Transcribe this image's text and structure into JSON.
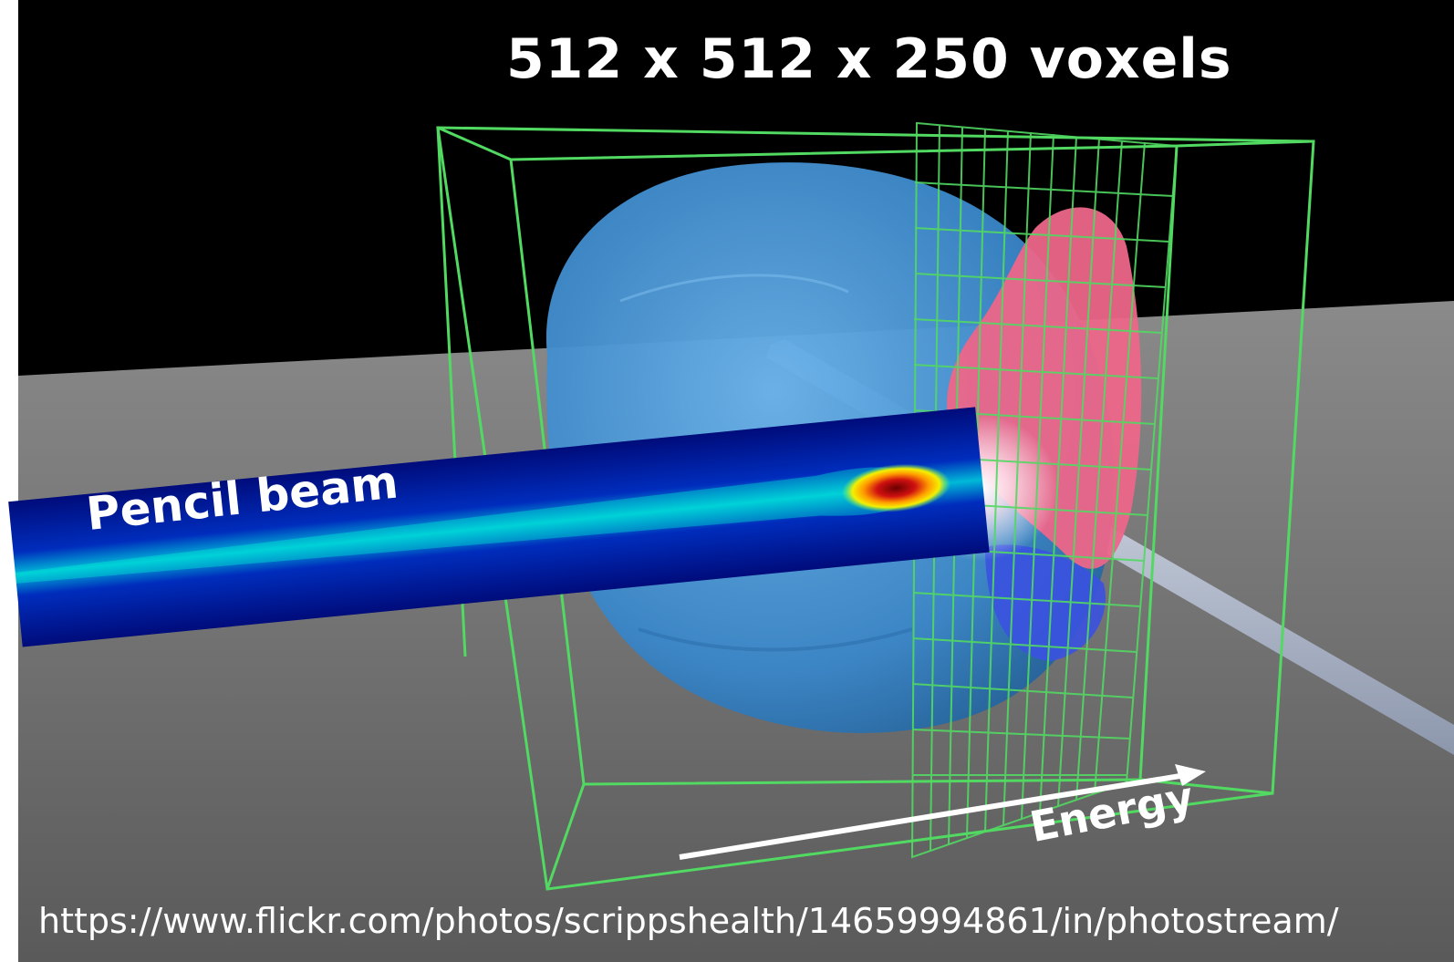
{
  "title": "512 x 512 x 250 voxels",
  "pencil_label": "Pencil beam",
  "energy_label": "Energy",
  "source_url": "https://www.flickr.com/photos/scrippshealth/14659994861/in/photostream/",
  "colors": {
    "background_top": "#000000",
    "floor": "#6f6f6f",
    "head": "#3f8fd0",
    "tumor": "#f06a8a",
    "grid": "#50d060",
    "beam_outer": "#00129a",
    "beam_core": "#00e0e0",
    "beam_peak": "#c40000",
    "text": "#ffffff"
  },
  "icons": [
    "energy-arrow-icon"
  ]
}
